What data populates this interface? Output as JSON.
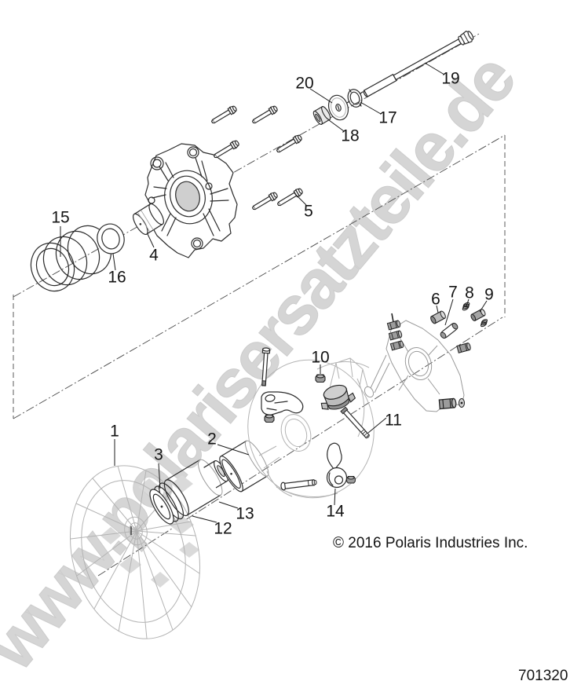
{
  "diagram": {
    "kind": "exploded-parts-drawing",
    "line_color": "#2b2b2b",
    "faint_line_color": "#b3b3b3",
    "background": "#ffffff"
  },
  "watermark": {
    "text": "www.polarisersatzteile.de",
    "color": "#d5d5d5"
  },
  "callouts": [
    "1",
    "2",
    "3",
    "4",
    "5",
    "6",
    "7",
    "8",
    "9",
    "10",
    "11",
    "12",
    "13",
    "14",
    "15",
    "16",
    "17",
    "18",
    "19",
    "20"
  ],
  "footer": {
    "copyright": "© 2016 Polaris Industries Inc.",
    "drawing_number": "701320"
  }
}
